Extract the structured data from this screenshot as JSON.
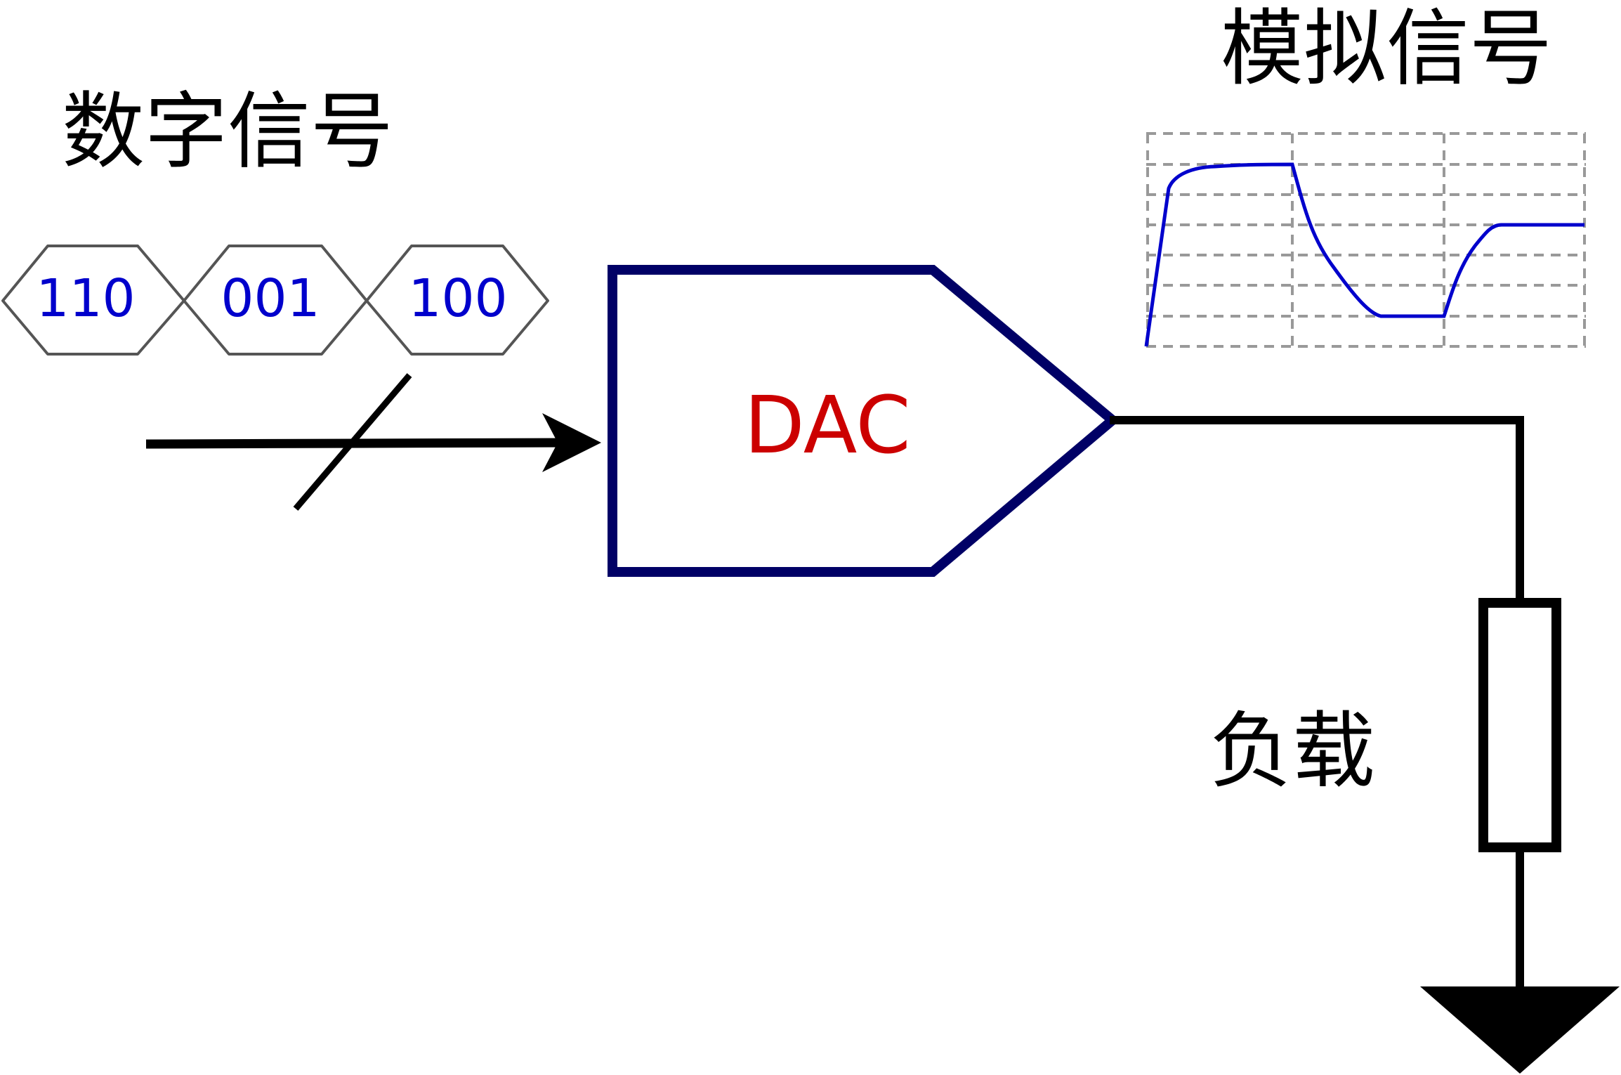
{
  "labels": {
    "digital_signal": "数字信号",
    "analog_signal": "模拟信号",
    "dac": "DAC",
    "load": "负载"
  },
  "digital_codes": [
    "110",
    "001",
    "100"
  ],
  "colors": {
    "dac_outline": "#000066",
    "dac_text": "#cc0000",
    "code_text": "#0000cc",
    "waveform": "#0000cc",
    "grid": "#999999",
    "bus_outline": "#555555",
    "wire": "#000000"
  }
}
